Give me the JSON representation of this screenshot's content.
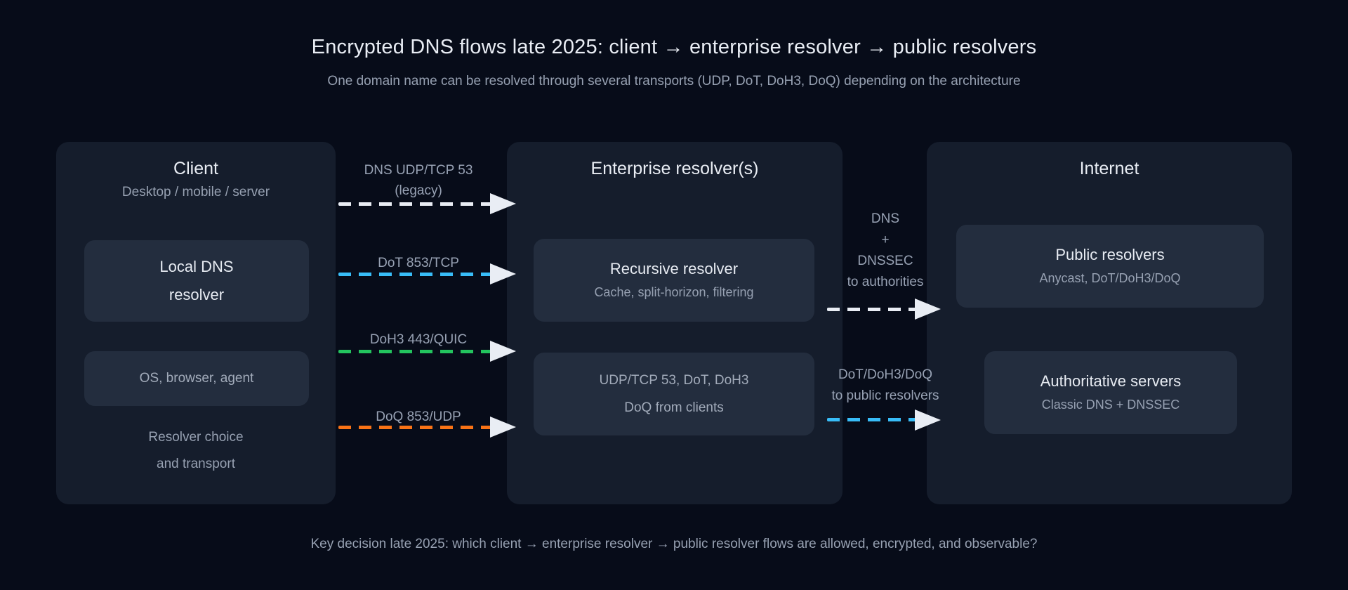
{
  "header": {
    "title": "Encrypted DNS flows late 2025: client → enterprise resolver → public resolvers",
    "subtitle": "One domain name can be resolved through several transports (UDP, DoT, DoH3, DoQ) depending on the architecture"
  },
  "footer": {
    "caption": "Key decision late 2025: which client → enterprise resolver → public resolver flows are allowed, encrypted, and observable?"
  },
  "panels": {
    "client": {
      "title": "Client",
      "subtitle": "Desktop / mobile / server",
      "local_resolver_card": {
        "line1": "Local DNS",
        "line2": "resolver"
      },
      "os_card": {
        "label": "OS, browser, agent"
      },
      "note_line1": "Resolver choice",
      "note_line2": "and transport"
    },
    "enterprise": {
      "title": "Enterprise resolver(s)",
      "recursive_card": {
        "title": "Recursive resolver",
        "subtitle": "Cache, split-horizon, filtering"
      },
      "transport_card": {
        "line1": "UDP/TCP 53, DoT, DoH3",
        "line2": "DoQ from clients"
      }
    },
    "internet": {
      "title": "Internet",
      "public_card": {
        "title": "Public resolvers",
        "subtitle": "Anycast, DoT/DoH3/DoQ"
      },
      "auth_card": {
        "title": "Authoritative servers",
        "subtitle": "Classic DNS + DNSSEC"
      }
    }
  },
  "flows_left": [
    {
      "name": "legacy-dns",
      "lines": [
        "DNS UDP/TCP 53",
        "(legacy)"
      ],
      "color": "#e9edf4"
    },
    {
      "name": "dot",
      "lines": [
        "DoT 853/TCP"
      ],
      "color": "#38bdf8"
    },
    {
      "name": "doh3",
      "lines": [
        "DoH3 443/QUIC"
      ],
      "color": "#23c45e"
    },
    {
      "name": "doq",
      "lines": [
        "DoQ 853/UDP"
      ],
      "color": "#f97316"
    }
  ],
  "flows_right": [
    {
      "name": "dns-dnssec-to-authorities",
      "lines": [
        "DNS",
        "+",
        "DNSSEC",
        "to authorities"
      ],
      "color": "#e9edf4"
    },
    {
      "name": "encrypted-to-public-resolvers",
      "lines": [
        "DoT/DoH3/DoQ",
        "to public resolvers"
      ],
      "color": "#38bdf8"
    }
  ],
  "colors": {
    "page_bg": "#070c19",
    "panel_bg": "#151d2c",
    "card_bg": "#232d3e",
    "heading_text": "#e9edf4",
    "muted_text": "#97a1b2",
    "arrow_white": "#e9edf4",
    "arrow_blue": "#38bdf8",
    "arrow_green": "#23c45e",
    "arrow_orange": "#f97316"
  }
}
